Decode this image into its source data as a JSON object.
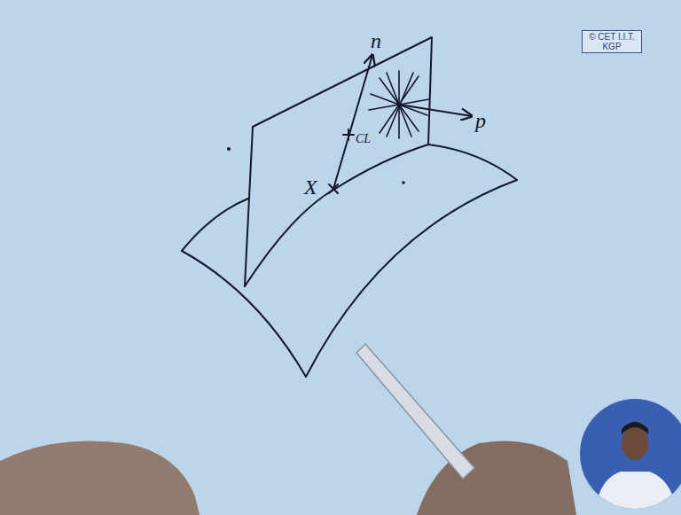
{
  "diagram": {
    "nodes": [
      {
        "text": [
          "© CET I.I.T. KGP"
        ]
      }
    ],
    "labels": [
      "n",
      "CL",
      "X",
      "p"
    ]
  }
}
